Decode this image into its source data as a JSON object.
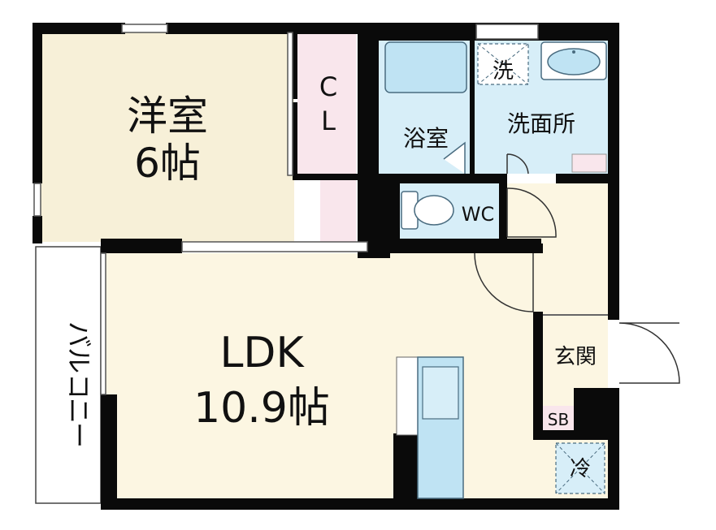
{
  "rooms": {
    "western": {
      "name": "洋室",
      "size": "6帖"
    },
    "closet": {
      "line1": "C",
      "line2": "L"
    },
    "bath": "浴室",
    "washroom": "洗面所",
    "laundry": "洗",
    "wc": "WC",
    "ldk": {
      "name": "LDK",
      "size": "10.9帖"
    },
    "entrance": "玄関",
    "shoebox": "SB",
    "fridge": "冷",
    "balcony": [
      "バ",
      "ル",
      "コ",
      "ニ",
      "ー"
    ]
  },
  "colors": {
    "wall": "#0a0a0a",
    "western_floor": "#f7f0d8",
    "closet_floor": "#f9e6ec",
    "wet_floor": "#d7eef8",
    "fixture_blue": "#bfe3f3",
    "ldk_floor": "#fcf6e2",
    "fixture_stroke": "#4a6c80"
  },
  "icons": [
    "sink-icon",
    "bathtub-icon",
    "toilet-icon",
    "washer-icon",
    "fridge-icon",
    "door-swing-icon"
  ]
}
